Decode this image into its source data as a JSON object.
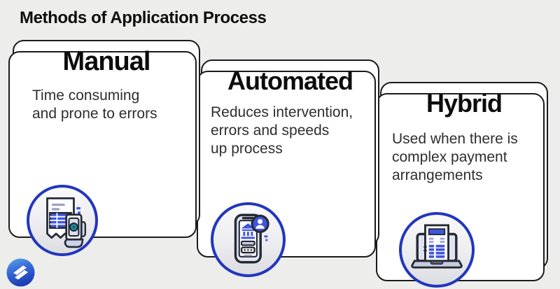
{
  "title": "Methods of Application Process",
  "cards": [
    {
      "title": "Manual",
      "description": "Time consuming\nand prone to errors",
      "icon": "receipt-scan-icon"
    },
    {
      "title": "Automated",
      "description": "Reduces intervention,\nerrors and speeds\nup process",
      "icon": "mobile-banking-icon"
    },
    {
      "title": "Hybrid",
      "description": "Used when there is\ncomplex payment\narrangements",
      "icon": "laptop-invoice-icon"
    }
  ],
  "colors": {
    "background": "#edeeec",
    "card_background": "#ffffff",
    "card_border": "#1b1b1b",
    "icon_ring_blue": "#2236bd",
    "icon_fill_blue": "#4056e0",
    "icon_outline": "#262a35",
    "phone_lens_teal": "#19919c",
    "logo_blue_light": "#59a7e8",
    "logo_blue_dark": "#1d3eb4"
  },
  "logo": {
    "name": "blue-flash-logo"
  }
}
